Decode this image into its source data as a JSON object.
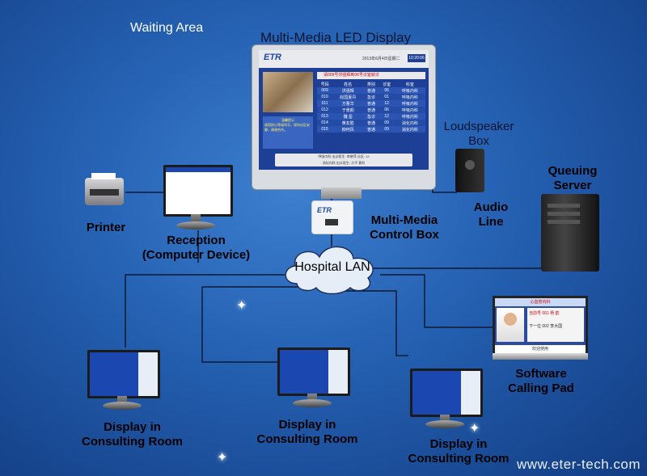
{
  "labels": {
    "waiting_area": "Waiting Area",
    "led_display": "Multi-Media LED Display",
    "loudspeaker": "Loudspeaker\nBox",
    "queuing_server": "Queuing\nServer",
    "audio_line": "Audio\nLine",
    "control_box": "Multi-Media\nControl Box",
    "printer": "Printer",
    "reception": "Reception\n(Computer Device)",
    "hospital_lan": "Hospital LAN",
    "calling_pad": "Software\nCalling Pad",
    "consult_1": "Display in\nConsulting Room",
    "consult_2": "Display in\nConsulting Room",
    "consult_3": "Display in\nConsulting Room"
  },
  "led_screen": {
    "logo": "ETR",
    "date": "2013年6月4日星期二",
    "clock": "10:20:06",
    "banner": "请009号洪强辉到06号诊室就诊",
    "columns": [
      "号码",
      "姓名",
      "类别",
      "诊室",
      "科室"
    ],
    "rows": [
      [
        "009",
        "洪强辉",
        "普通",
        "06",
        "呼吸内科"
      ],
      [
        "010",
        "赵国夏丹",
        "急诊",
        "01",
        "呼吸内科"
      ],
      [
        "011",
        "方曹华",
        "普通",
        "12",
        "呼吸内科"
      ],
      [
        "012",
        "于景颜",
        "普通",
        "06",
        "呼吸内科"
      ],
      [
        "013",
        "魏 星",
        "急诊",
        "12",
        "呼吸内科"
      ],
      [
        "014",
        "黄友胜",
        "普通",
        "09",
        "消化内科"
      ],
      [
        "015",
        "柳何风",
        "普通",
        "09",
        "消化内科"
      ]
    ],
    "notice_title": "温馨提示",
    "notice_text": "请您耐心等候叫号，保持诊区安静，谢谢合作。",
    "footer_1": "呼吸内科    出诊医生: 李晓萍  诊区: 12",
    "footer_2": "消化内科    出诊医生: 方平  黄利"
  },
  "pad": {
    "title": "心血管内科",
    "current": "当前号",
    "current_no": "001  杨 韵",
    "next": "下一位",
    "next_no": "002  李大国",
    "footer": "欢迎使用"
  },
  "watermark": "www.eter-tech.com"
}
